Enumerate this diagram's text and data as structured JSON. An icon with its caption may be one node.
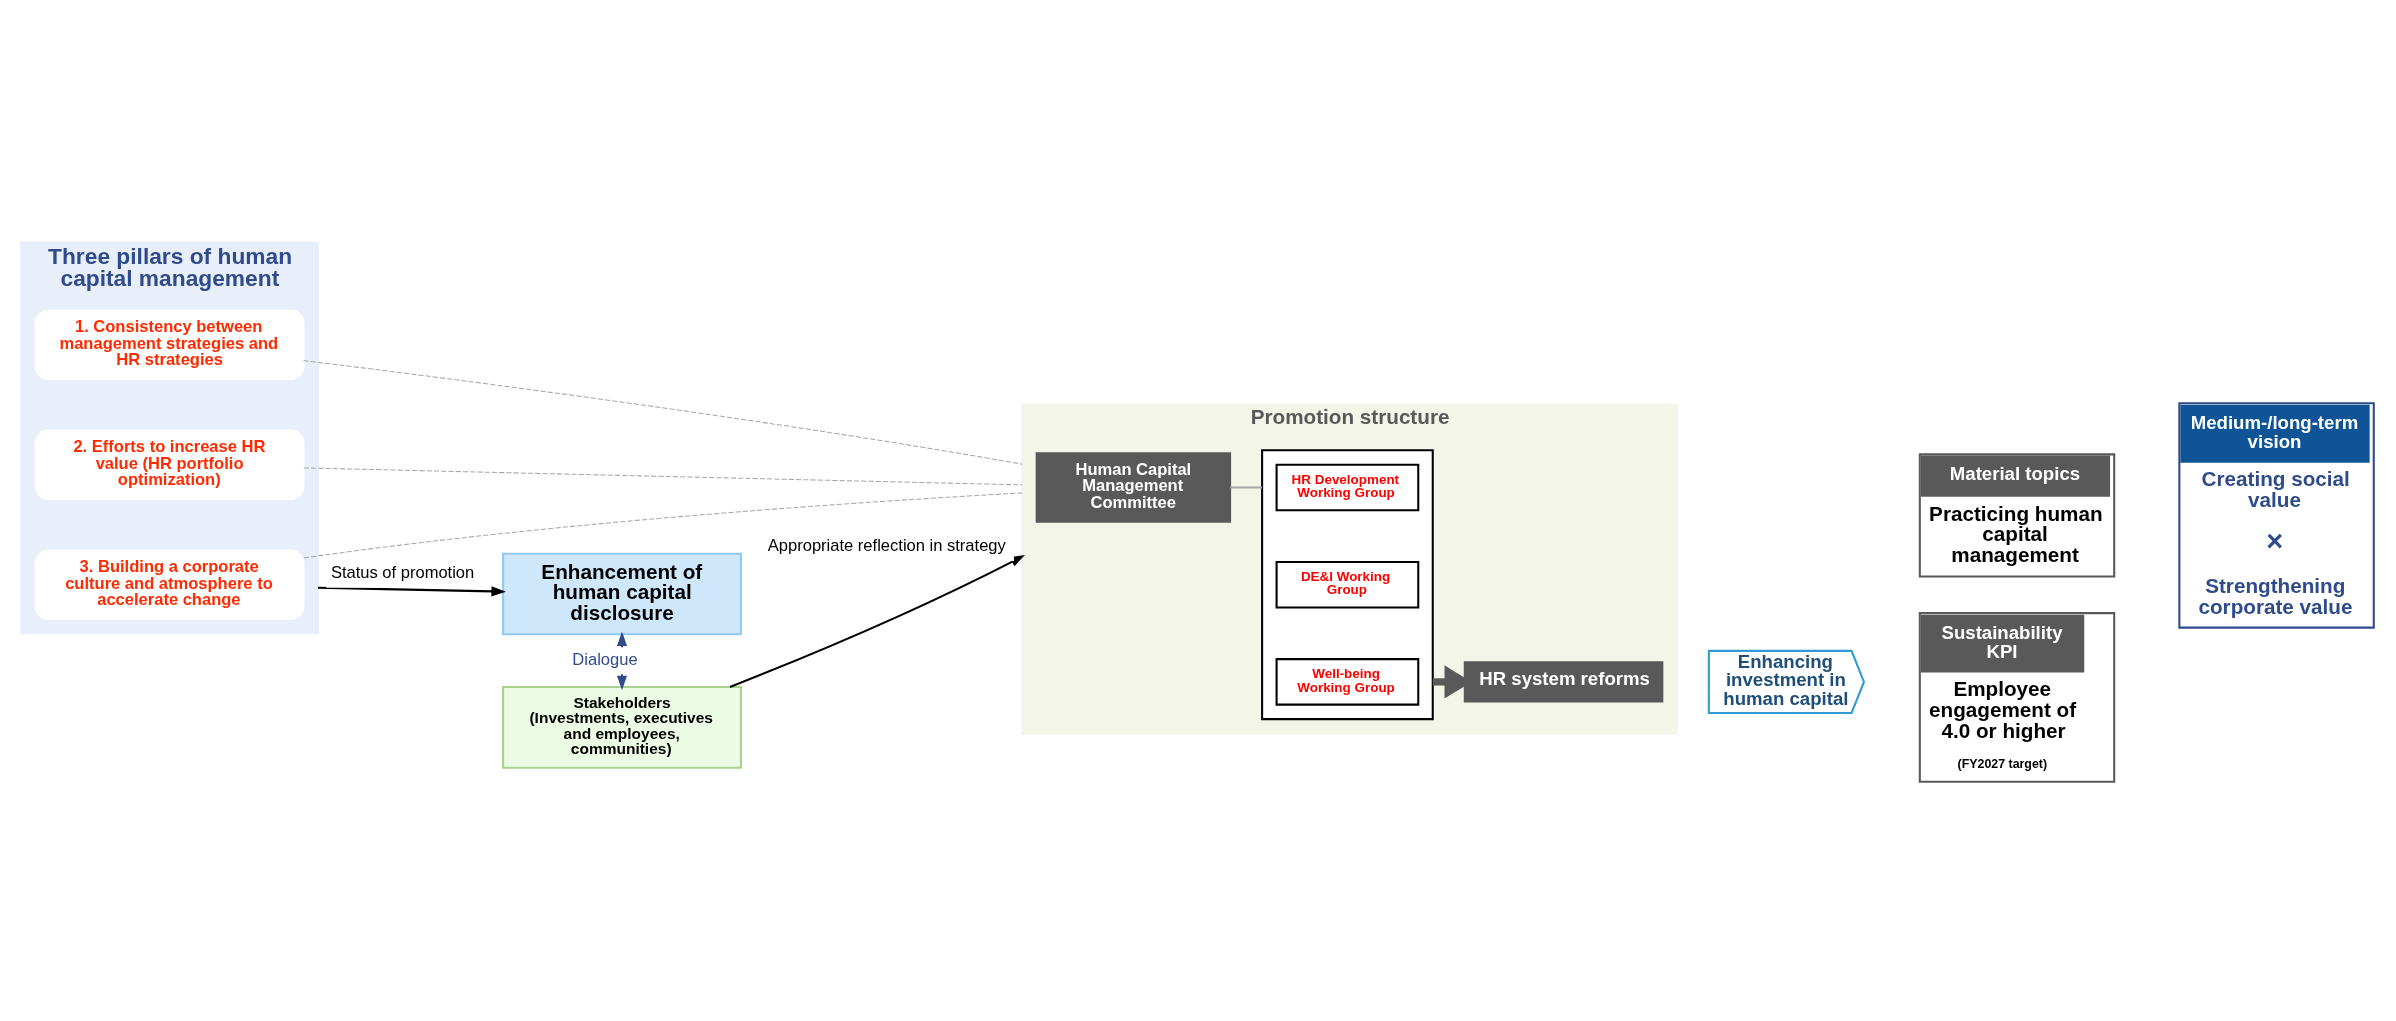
{
  "diagram": {
    "nodes": [
      {
        "text": [
          "Three pillars of human capital management"
        ]
      },
      {
        "text": [
          "1. Consistency between management strategies and HR strategies"
        ],
        "in": 0
      },
      {
        "text": [
          "2. Efforts to increase HR value (HR portfolio optimization)"
        ],
        "in": 0
      },
      {
        "text": [
          "3. Building a corporate culture and atmosphere to accelerate change"
        ],
        "in": 0
      },
      {
        "text": [
          "Promotion structure"
        ]
      },
      {
        "text": [
          "Human Capital Management Committee"
        ],
        "in": 4
      },
      {
        "text": [],
        "shape": "box",
        "in": 4
      },
      {
        "text": [
          "HR Development Working Group"
        ],
        "in": 6
      },
      {
        "text": [
          "DE&I Working Group"
        ],
        "in": 6
      },
      {
        "text": [
          "Well-being Working Group"
        ],
        "in": 6
      },
      {
        "text": [
          "HR system reforms"
        ],
        "in": 4
      },
      {
        "text": [
          "Enhancing investment in human capital"
        ]
      },
      {
        "text": [
          "Material topics",
          "Practicing human capital management"
        ]
      },
      {
        "text": [
          "Sustainability KPI",
          "Employee engagement of 4.0 or higher",
          "(FY2027 target)"
        ]
      },
      {
        "text": [
          "Medium-/long-term vision",
          "Creating social value",
          "×",
          "Strengthening corporate value"
        ]
      },
      {
        "text": [
          "Enhancement of human capital disclosure"
        ]
      },
      {
        "text": [
          "Stakeholders (Investments, executives and employees, communities)"
        ]
      }
    ],
    "edges": [
      {
        "from": 1,
        "to": 4,
        "arrow": "none",
        "style": "dashed",
        "color": "#a6a6a6"
      },
      {
        "from": 2,
        "to": 4,
        "arrow": "none",
        "style": "dashed",
        "color": "#a6a6a6"
      },
      {
        "from": 3,
        "to": 4,
        "arrow": "none",
        "style": "dashed",
        "color": "#a6a6a6"
      },
      {
        "from": 5,
        "to": 6,
        "arrow": "none",
        "color": "#a6a6a6"
      },
      {
        "from": 6,
        "to": 10,
        "arrow": "to",
        "style": "thick",
        "color": "#595959"
      },
      {
        "from": 0,
        "to": 15,
        "arrow": "to",
        "label": "Status of promotion",
        "color": "#000000"
      },
      {
        "from": 16,
        "to": 4,
        "arrow": "to",
        "label": "Appropriate reflection in strategy",
        "color": "#000000"
      },
      {
        "from": 15,
        "to": 16,
        "arrow": "both",
        "label": "Dialogue",
        "color": "#2f4b8c"
      }
    ]
  }
}
